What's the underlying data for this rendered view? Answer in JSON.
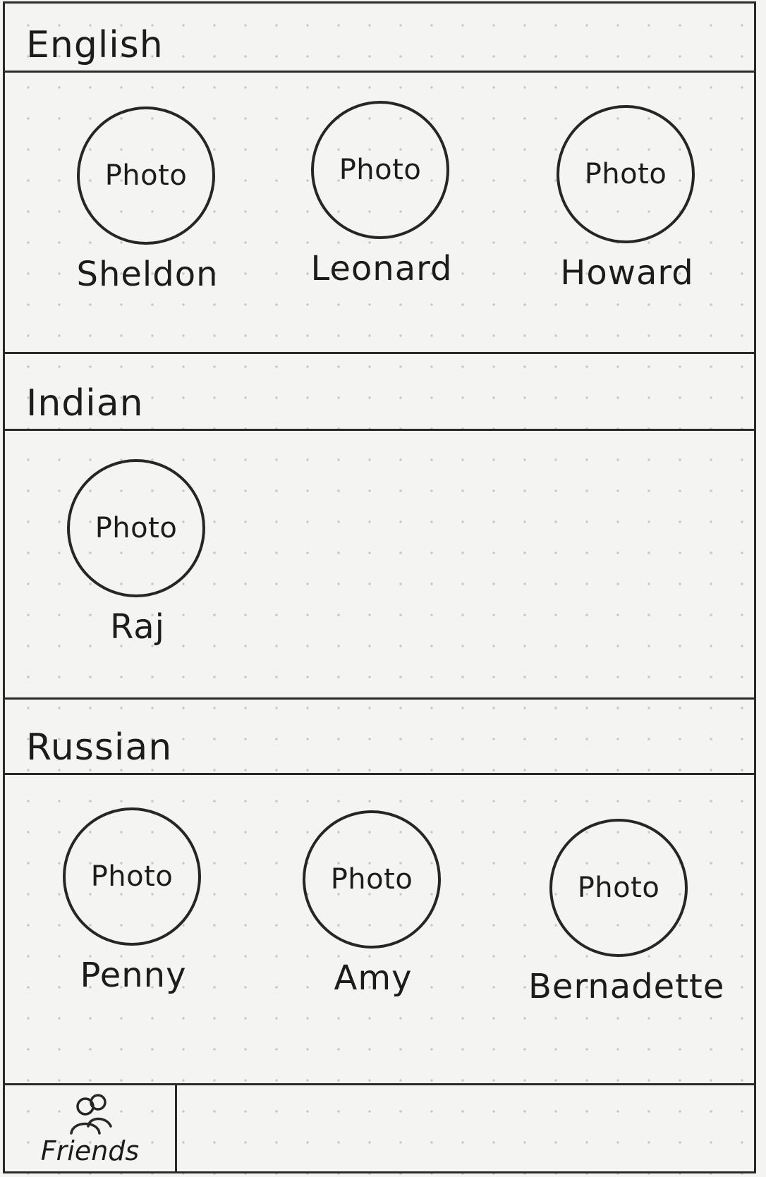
{
  "sections": [
    {
      "title": "English",
      "contacts": [
        {
          "photo_label": "Photo",
          "name": "Sheldon"
        },
        {
          "photo_label": "Photo",
          "name": "Leonard"
        },
        {
          "photo_label": "Photo",
          "name": "Howard"
        }
      ]
    },
    {
      "title": "Indian",
      "contacts": [
        {
          "photo_label": "Photo",
          "name": "Raj"
        }
      ]
    },
    {
      "title": "Russian",
      "contacts": [
        {
          "photo_label": "Photo",
          "name": "Penny"
        },
        {
          "photo_label": "Photo",
          "name": "Amy"
        },
        {
          "photo_label": "Photo",
          "name": "Bernadette"
        }
      ]
    }
  ],
  "tabbar": {
    "tabs": [
      {
        "label": "Friends",
        "icon": "friends-icon"
      }
    ]
  },
  "colors": {
    "ink": "#1c1c1c",
    "paper": "#f4f4f2"
  }
}
